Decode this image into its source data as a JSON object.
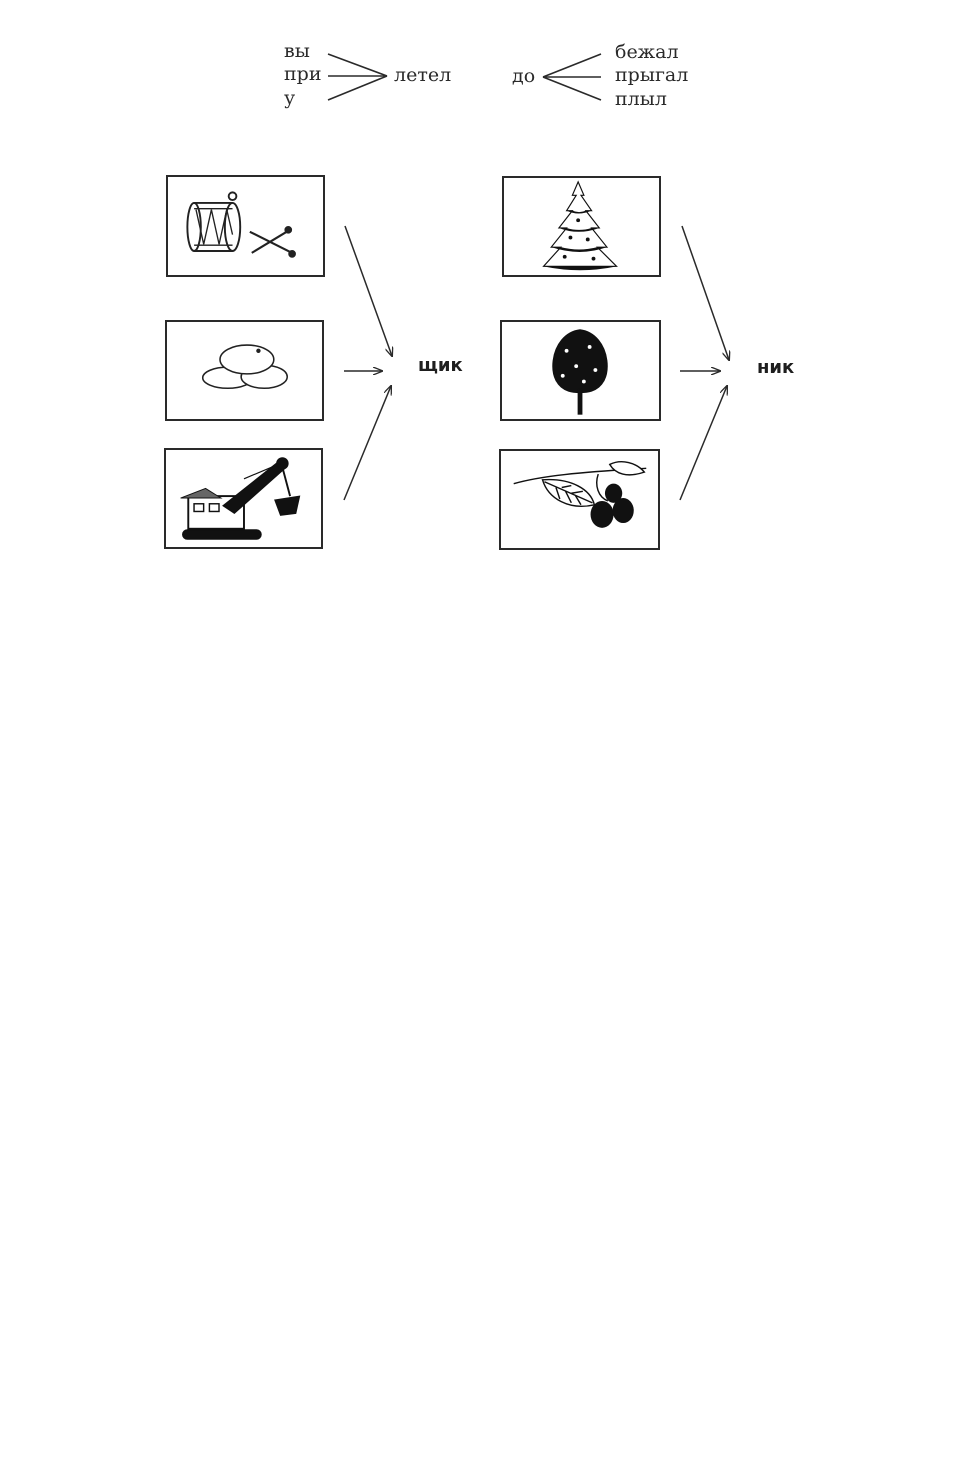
{
  "word_groups": {
    "flew": {
      "prefixes": [
        "вы",
        "при",
        "у"
      ],
      "root": "летел"
    },
    "ran": {
      "prefix": "до",
      "roots": [
        "бежал",
        "прыгал",
        "плыл"
      ]
    }
  },
  "picture_groups": [
    {
      "suffix": "щик",
      "pictures": [
        "drum-icon",
        "stones-icon",
        "excavator-icon"
      ]
    },
    {
      "suffix": "ник",
      "pictures": [
        "fir-tree-icon",
        "deciduous-tree-icon",
        "raspberry-branch-icon"
      ]
    }
  ],
  "colors": {
    "ink": "#2a2a2a",
    "paper": "#ffffff"
  }
}
